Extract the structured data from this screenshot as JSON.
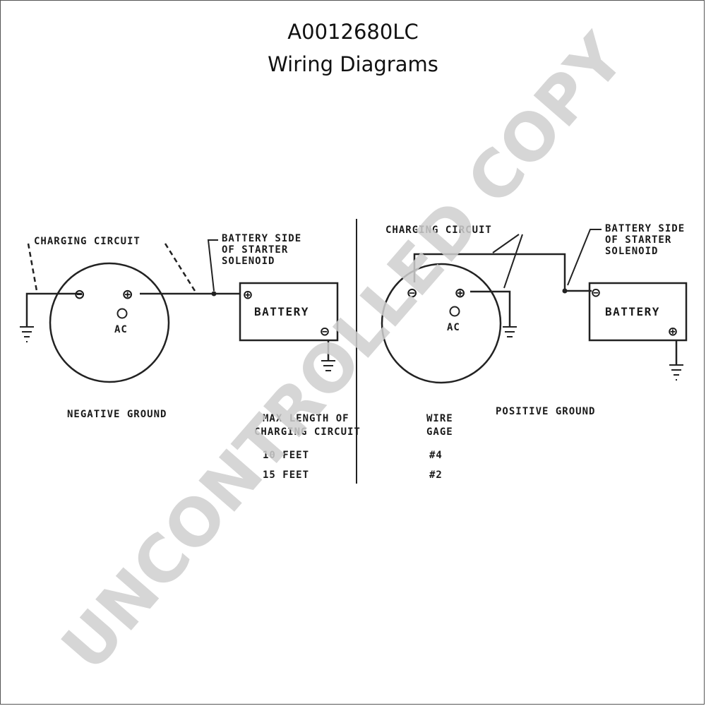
{
  "header": {
    "part_number": "A0012680LC",
    "subtitle": "Wiring Diagrams"
  },
  "negative_ground": {
    "charging_circuit_label": "CHARGING CIRCUIT",
    "solenoid_label_1": "BATTERY SIDE",
    "solenoid_label_2": "OF STARTER",
    "solenoid_label_3": "SOLENOID",
    "neg_terminal": "⊖",
    "pos_terminal": "⊕",
    "ac_label": "AC",
    "battery_label": "BATTERY",
    "battery_pos": "⊕",
    "battery_neg": "⊖",
    "caption": "NEGATIVE GROUND"
  },
  "positive_ground": {
    "charging_circuit_label": "CHARGING CIRCUIT",
    "solenoid_label_1": "BATTERY SIDE",
    "solenoid_label_2": "OF STARTER",
    "solenoid_label_3": "SOLENOID",
    "neg_terminal": "⊖",
    "pos_terminal": "⊕",
    "ac_label": "AC",
    "battery_label": "BATTERY",
    "battery_neg": "⊖",
    "battery_pos": "⊕",
    "caption": "POSITIVE GROUND"
  },
  "table": {
    "col1_header_1": "MAX LENGTH OF",
    "col1_header_2": "CHARGING CIRCUIT",
    "col2_header_1": "WIRE",
    "col2_header_2": "GAGE",
    "rows": [
      {
        "length": "10 FEET",
        "gage": "#4"
      },
      {
        "length": "15 FEET",
        "gage": "#2"
      }
    ]
  },
  "watermark": "UNCONTROLLED COPY"
}
